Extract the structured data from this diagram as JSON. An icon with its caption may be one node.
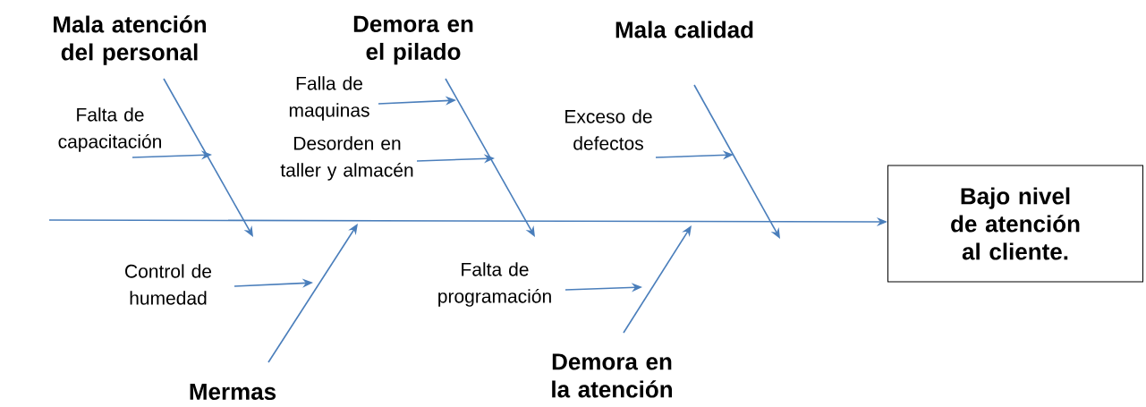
{
  "diagram": {
    "nodes": [
      {
        "text": [
          "Bajo nivel de atención al cliente."
        ]
      },
      {
        "text": [
          "Mala atención del personal"
        ]
      },
      {
        "text": [
          "Demora en el pilado"
        ]
      },
      {
        "text": [
          "Mala calidad"
        ]
      },
      {
        "text": [
          "Mermas"
        ]
      },
      {
        "text": [
          "Demora en la atención"
        ]
      },
      {
        "text": [
          "Falta de capacitación"
        ]
      },
      {
        "text": [
          "Falla de maquinas"
        ]
      },
      {
        "text": [
          "Desorden en taller y almacén"
        ]
      },
      {
        "text": [
          "Exceso de defectos"
        ]
      },
      {
        "text": [
          "Control de humedad"
        ]
      },
      {
        "text": [
          "Falta de programación"
        ]
      }
    ],
    "edges": [
      {
        "from": null,
        "to": 0,
        "arrow": "to"
      },
      {
        "from": 1,
        "to": null,
        "arrow": "to"
      },
      {
        "from": 2,
        "to": null,
        "arrow": "to"
      },
      {
        "from": 3,
        "to": null,
        "arrow": "to"
      },
      {
        "from": 4,
        "to": null,
        "arrow": "to"
      },
      {
        "from": 5,
        "to": null,
        "arrow": "to"
      },
      {
        "from": 6,
        "to": null,
        "arrow": "to"
      },
      {
        "from": 7,
        "to": null,
        "arrow": "to"
      },
      {
        "from": 8,
        "to": null,
        "arrow": "to"
      },
      {
        "from": 9,
        "to": null,
        "arrow": "to"
      },
      {
        "from": 10,
        "to": null,
        "arrow": "to"
      },
      {
        "from": 11,
        "to": null,
        "arrow": "to"
      }
    ]
  }
}
